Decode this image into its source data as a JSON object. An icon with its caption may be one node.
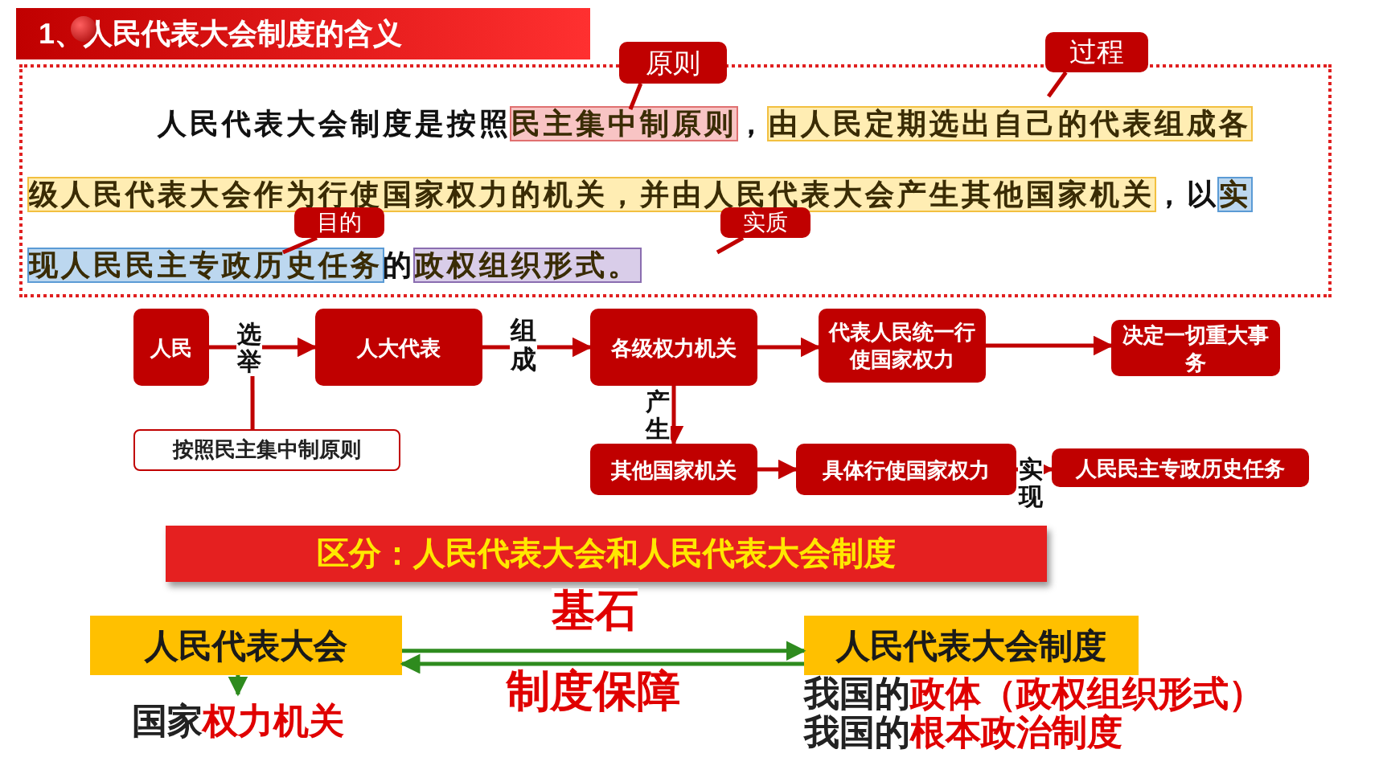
{
  "diagram": {
    "title": "1、人民代表大会制度的含义",
    "nodes": [
      {
        "text": [
          "人民代表大会制度是按照",
          "民主集中制原则",
          "，",
          "由人民定期选出自己的代表组成各级人民代表大会作为行使国家权力的机关，并由人民代表大会产生其他国家机关",
          "，",
          "以",
          "实现人民民主专政历史任务",
          "的",
          "政权组织形式。"
        ]
      },
      {
        "text": [
          "原则"
        ]
      },
      {
        "text": [
          "过程"
        ]
      },
      {
        "text": [
          "目的"
        ],
        "in": 0
      },
      {
        "text": [
          "实质"
        ],
        "in": 0
      },
      {
        "text": [
          "人民"
        ]
      },
      {
        "text": [
          "人大代表"
        ]
      },
      {
        "text": [
          "各级权力机关"
        ]
      },
      {
        "text": [
          "代表人民统一行使国家权力"
        ]
      },
      {
        "text": [
          "决定一切重大事务"
        ]
      },
      {
        "text": [
          "按照民主集中制原则"
        ]
      },
      {
        "text": [
          "其他国家机关"
        ]
      },
      {
        "text": [
          "具体行使国家权力"
        ]
      },
      {
        "text": [
          "人民民主专政历史任务"
        ]
      },
      {
        "text": [
          "区分：人民代表大会和人民代表大会制度"
        ]
      },
      {
        "text": [
          "人民代表大会"
        ]
      },
      {
        "text": [
          "国家",
          "权力机关"
        ]
      },
      {
        "text": [
          "人民代表大会制度"
        ]
      }
    ],
    "edges": [
      {
        "from": 1,
        "to": null,
        "arrow": "none"
      },
      {
        "from": 2,
        "to": null,
        "arrow": "none"
      },
      {
        "from": 3,
        "to": null,
        "arrow": "none"
      },
      {
        "from": 4,
        "to": null,
        "arrow": "none"
      },
      {
        "from": 5,
        "to": 6,
        "arrow": "to",
        "label": "选举"
      },
      {
        "from": 10,
        "to": null,
        "arrow": "none"
      },
      {
        "from": 6,
        "to": 7,
        "arrow": "to",
        "label": "组成"
      },
      {
        "from": 7,
        "to": 8,
        "arrow": "to"
      },
      {
        "from": 8,
        "to": 9,
        "arrow": "to"
      },
      {
        "from": 7,
        "to": 11,
        "arrow": "to",
        "label": "产生"
      },
      {
        "from": 11,
        "to": 12,
        "arrow": "to"
      },
      {
        "from": 12,
        "to": 13,
        "arrow": "to",
        "label": "实现"
      },
      {
        "from": 15,
        "to": 17,
        "arrow": "to",
        "label": "基石",
        "color": "#2e8b1e"
      },
      {
        "from": 17,
        "to": 15,
        "arrow": "to",
        "label": "制度保障",
        "color": "#2e8b1e"
      },
      {
        "from": 15,
        "to": 16,
        "arrow": "to",
        "color": "#2e8b1e"
      }
    ],
    "labels": [
      "我国的",
      "政体（政权组织形式）",
      "我国的",
      "根本政治制度"
    ]
  }
}
